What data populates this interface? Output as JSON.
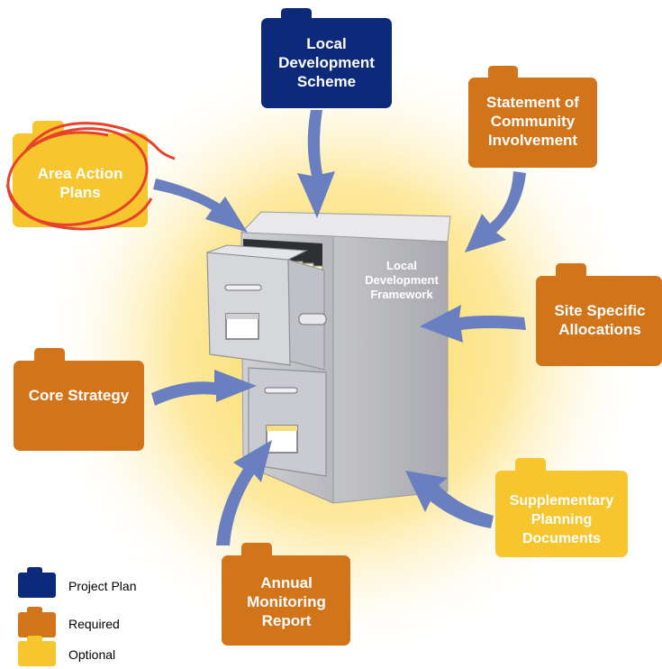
{
  "diagram": {
    "center_label": "Local Development Framework",
    "folders": [
      {
        "id": "lds",
        "label": "Local Development Scheme",
        "type": "project_plan"
      },
      {
        "id": "sci",
        "label": "Statement of Community Involvement",
        "type": "required"
      },
      {
        "id": "aap",
        "label": "Area Action Plans",
        "type": "optional"
      },
      {
        "id": "ssa",
        "label": "Site Specific Allocations",
        "type": "required"
      },
      {
        "id": "cs",
        "label": "Core Strategy",
        "type": "required"
      },
      {
        "id": "spd",
        "label": "Supplementary Planning Documents",
        "type": "optional"
      },
      {
        "id": "amr",
        "label": "Annual Monitoring Report",
        "type": "required"
      }
    ]
  },
  "legend": [
    {
      "label": "Project Plan",
      "color": "#0d2a7a"
    },
    {
      "label": "Required",
      "color": "#d2741a"
    },
    {
      "label": "Optional",
      "color": "#f7c52e"
    }
  ],
  "colors": {
    "project_plan": "#0d2a7a",
    "required": "#d2741a",
    "optional": "#f7c52e",
    "arrow": "#6a7fc0",
    "highlight_circle": "#e8412a",
    "glow": "#fde9a0"
  }
}
